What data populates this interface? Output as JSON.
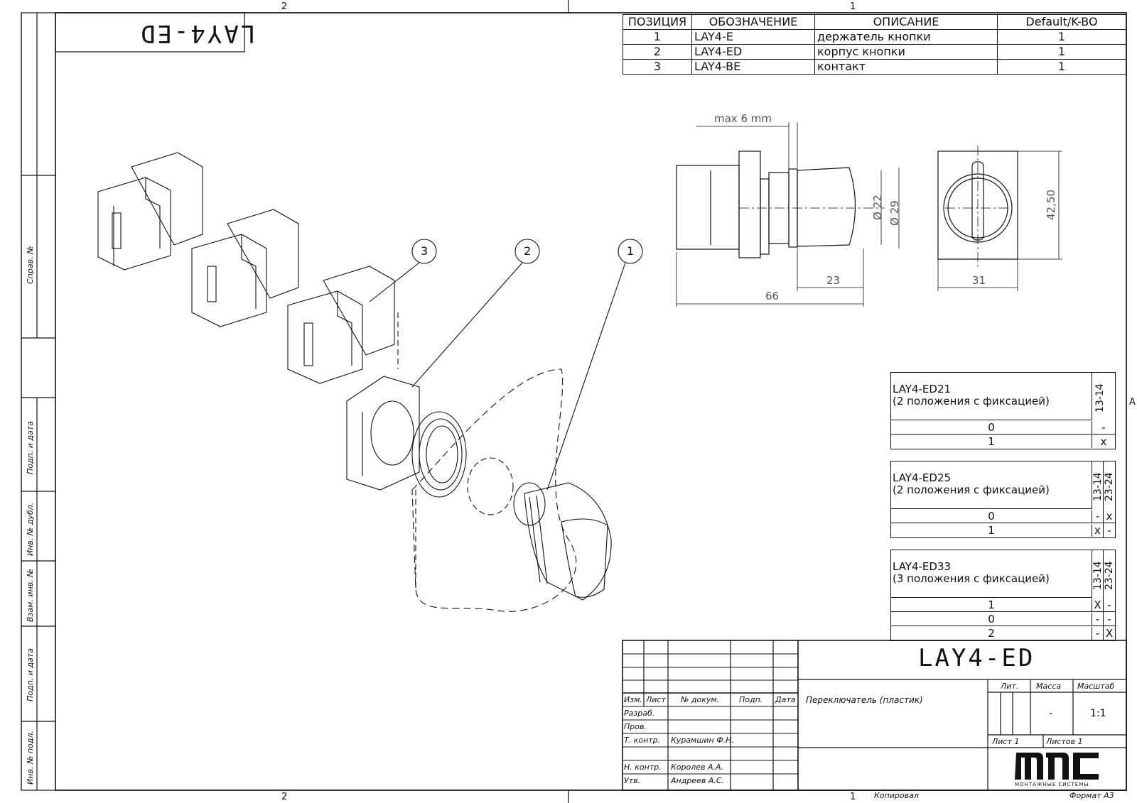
{
  "frame": {
    "zone_top_left": "2",
    "zone_top_right": "1",
    "zone_bottom_left": "2",
    "zone_bottom_right": "1",
    "zone_right": "A",
    "copied": "Копировал",
    "format": "Формат А3"
  },
  "left_strip": [
    "Справ. №",
    "Подп. и дата",
    "Инв. № дубл.",
    "Взам. инв. №",
    "Подп. и дата",
    "Инв. № подл."
  ],
  "rotated_code": "LAY4-ED",
  "parts_table": {
    "headers": [
      "ПОЗИЦИЯ",
      "ОБОЗНАЧЕНИЕ",
      "ОПИСАНИЕ",
      "Default/K-BO"
    ],
    "rows": [
      [
        "1",
        "LAY4-E",
        "держатель кнопки",
        "1"
      ],
      [
        "2",
        "LAY4-ED",
        "корпус кнопки",
        "1"
      ],
      [
        "3",
        "LAY4-BE",
        "контакт",
        "1"
      ]
    ]
  },
  "callouts": [
    "3",
    "2",
    "1"
  ],
  "dimensions": {
    "max_thickness": "max 6 mm",
    "d22": "Ø 22",
    "d29": "Ø 29",
    "height": "42,50",
    "len23": "23",
    "len66": "66",
    "width31": "31"
  },
  "switch_tables": [
    {
      "title": "LAY4-ED21",
      "subtitle": "(2 положения с фиксацией)",
      "contacts": [
        "13-14"
      ],
      "rows": [
        [
          "0",
          "-"
        ],
        [
          "1",
          "x"
        ]
      ]
    },
    {
      "title": "LAY4-ED25",
      "subtitle": "(2 положения с фиксацией)",
      "contacts": [
        "13-14",
        "23-24"
      ],
      "rows": [
        [
          "0",
          "-",
          "x"
        ],
        [
          "1",
          "x",
          "-"
        ]
      ]
    },
    {
      "title": "LAY4-ED33",
      "subtitle": "(3 положения с фиксацией)",
      "contacts": [
        "13-14",
        "23-24"
      ],
      "rows": [
        [
          "1",
          "X",
          "-"
        ],
        [
          "0",
          "-",
          "-"
        ],
        [
          "2",
          "-",
          "X"
        ]
      ]
    }
  ],
  "title_block": {
    "code": "LAY4-ED",
    "name": "Переключатель (пластик)",
    "cols": [
      "Изм.",
      "Лист",
      "№ докум.",
      "Подп.",
      "Дата"
    ],
    "roles": [
      "Разраб.",
      "Пров.",
      "Т. контр.",
      "",
      "Н. контр.",
      "Утв."
    ],
    "people": [
      "",
      "",
      "Курамшин Ф.Н.",
      "",
      "Королев А.А.",
      "Андреев А.С."
    ],
    "lit": "Лит.",
    "mass": "Масса",
    "scale": "Масштаб",
    "mass_value": "-",
    "scale_value": "1:1",
    "sheet": "Лист 1",
    "sheets": "Листов 1",
    "logo_text": "МОНТАЖНЫЕ СИСТЕМЫ"
  }
}
